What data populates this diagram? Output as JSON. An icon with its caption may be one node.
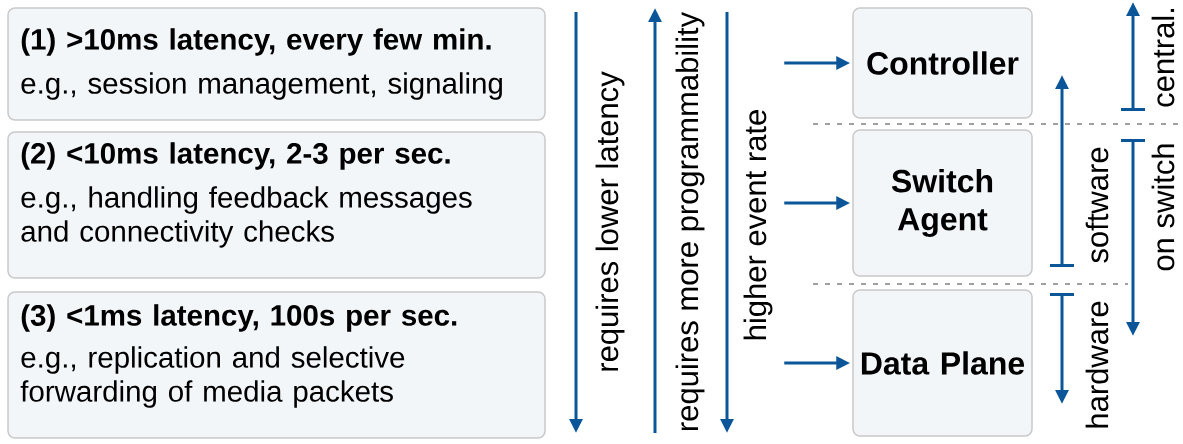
{
  "diagram": {
    "nodes": [
      {
        "text": [
          "(1) >10ms latency, every few min.",
          "e.g., session management, signaling"
        ]
      },
      {
        "text": [
          "(2) <10ms latency, 2-3 per sec.",
          "e.g., handling feedback messages and connectivity checks"
        ]
      },
      {
        "text": [
          "(3) <1ms latency, 100s per sec.",
          "e.g., replication and selective forwarding of media packets"
        ]
      },
      {
        "text": [
          "Controller"
        ]
      },
      {
        "text": [
          "Switch Agent"
        ]
      },
      {
        "text": [
          "Data Plane"
        ]
      }
    ],
    "edges": [
      {
        "from": null,
        "to": 3,
        "arrow": "to"
      },
      {
        "from": null,
        "to": 4,
        "arrow": "to"
      },
      {
        "from": null,
        "to": 5,
        "arrow": "to"
      }
    ],
    "labels": [
      "requires lower latency",
      "requires more programmability",
      "higher event rate",
      "central.",
      "software",
      "on switch",
      "hardware"
    ]
  }
}
